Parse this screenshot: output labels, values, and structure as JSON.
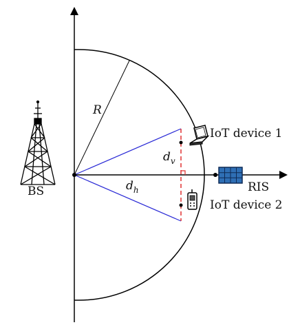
{
  "labels": {
    "radius": "R",
    "dv_main": "d",
    "dv_sub": "v",
    "dh_main": "d",
    "dh_sub": "h",
    "device1": "IoT device 1",
    "device2": "IoT device 2",
    "ris": "RIS",
    "bs": "BS"
  },
  "colors": {
    "blue_lines": "#2b2bd6",
    "red_dashed": "#e03030",
    "ris_panel": "#2f6fb5",
    "black": "#000000"
  },
  "icons": {
    "tower": "cell-tower-icon",
    "laptop": "laptop-icon",
    "phone": "mobile-phone-icon",
    "ris_panel": "ris-panel-icon"
  }
}
